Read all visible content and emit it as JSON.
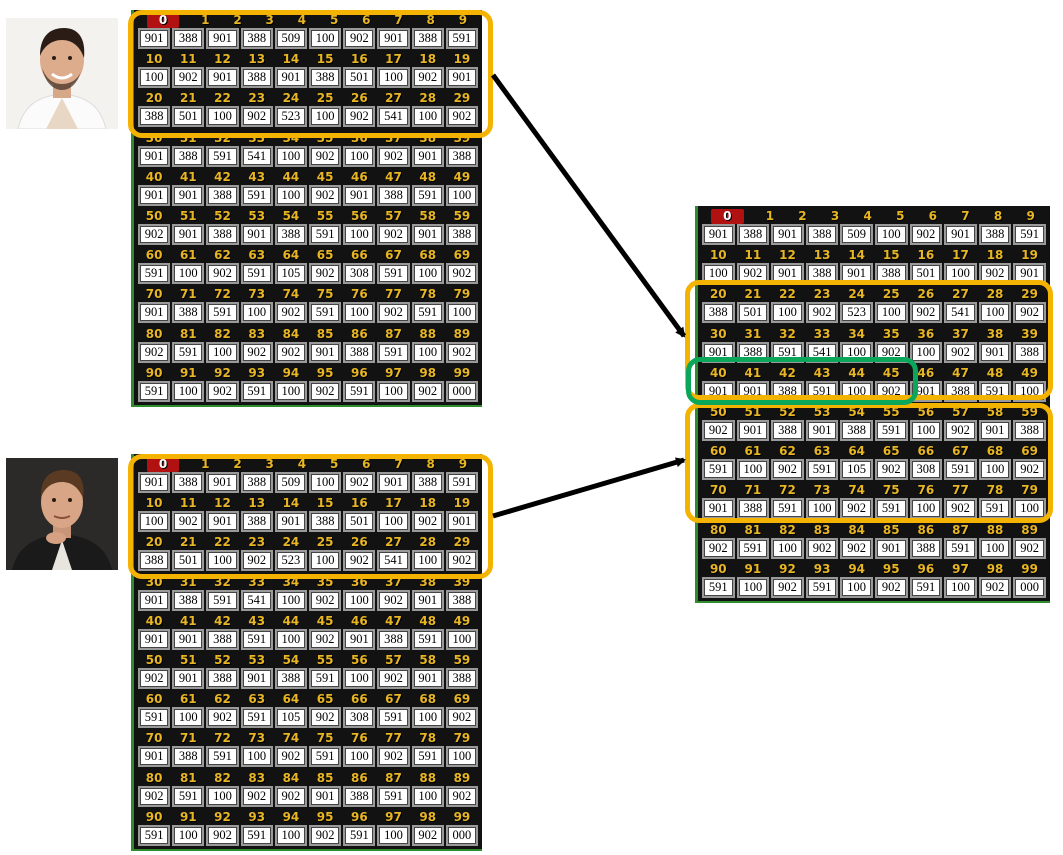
{
  "photos": [
    {
      "name": "person-1",
      "icon": "person-portrait-light"
    },
    {
      "name": "person-2",
      "icon": "person-portrait-dark"
    }
  ],
  "colors": {
    "highlight_orange": "#f5b301",
    "highlight_green": "#0aa65a",
    "cell_number": "#e8b523",
    "first_cell_badge": "#b11111",
    "board_border": "#2e8b2e"
  },
  "boards": {
    "top": [
      [
        "901",
        "388",
        "901",
        "388",
        "509",
        "100",
        "902",
        "901",
        "388",
        "591"
      ],
      [
        "100",
        "902",
        "901",
        "388",
        "901",
        "388",
        "501",
        "100",
        "902",
        "901"
      ],
      [
        "388",
        "501",
        "100",
        "902",
        "523",
        "100",
        "902",
        "541",
        "100",
        "902"
      ],
      [
        "901",
        "388",
        "591",
        "541",
        "100",
        "902",
        "100",
        "902",
        "901",
        "388"
      ],
      [
        "901",
        "901",
        "388",
        "591",
        "100",
        "902",
        "901",
        "388",
        "591",
        "100"
      ],
      [
        "902",
        "901",
        "388",
        "901",
        "388",
        "591",
        "100",
        "902",
        "901",
        "388"
      ],
      [
        "591",
        "100",
        "902",
        "591",
        "105",
        "902",
        "308",
        "591",
        "100",
        "902"
      ],
      [
        "901",
        "388",
        "591",
        "100",
        "902",
        "591",
        "100",
        "902",
        "591",
        "100"
      ],
      [
        "902",
        "591",
        "100",
        "902",
        "902",
        "901",
        "388",
        "591",
        "100",
        "902"
      ],
      [
        "591",
        "100",
        "902",
        "591",
        "100",
        "902",
        "591",
        "100",
        "902",
        "000"
      ]
    ],
    "bottom": [
      [
        "901",
        "388",
        "901",
        "388",
        "509",
        "100",
        "902",
        "901",
        "388",
        "591"
      ],
      [
        "100",
        "902",
        "901",
        "388",
        "901",
        "388",
        "501",
        "100",
        "902",
        "901"
      ],
      [
        "388",
        "501",
        "100",
        "902",
        "523",
        "100",
        "902",
        "541",
        "100",
        "902"
      ],
      [
        "901",
        "388",
        "591",
        "541",
        "100",
        "902",
        "100",
        "902",
        "901",
        "388"
      ],
      [
        "901",
        "901",
        "388",
        "591",
        "100",
        "902",
        "901",
        "388",
        "591",
        "100"
      ],
      [
        "902",
        "901",
        "388",
        "901",
        "388",
        "591",
        "100",
        "902",
        "901",
        "388"
      ],
      [
        "591",
        "100",
        "902",
        "591",
        "105",
        "902",
        "308",
        "591",
        "100",
        "902"
      ],
      [
        "901",
        "388",
        "591",
        "100",
        "902",
        "591",
        "100",
        "902",
        "591",
        "100"
      ],
      [
        "902",
        "591",
        "100",
        "902",
        "902",
        "901",
        "388",
        "591",
        "100",
        "902"
      ],
      [
        "591",
        "100",
        "902",
        "591",
        "100",
        "902",
        "591",
        "100",
        "902",
        "000"
      ]
    ],
    "right": [
      [
        "901",
        "388",
        "901",
        "388",
        "509",
        "100",
        "902",
        "901",
        "388",
        "591"
      ],
      [
        "100",
        "902",
        "901",
        "388",
        "901",
        "388",
        "501",
        "100",
        "902",
        "901"
      ],
      [
        "388",
        "501",
        "100",
        "902",
        "523",
        "100",
        "902",
        "541",
        "100",
        "902"
      ],
      [
        "901",
        "388",
        "591",
        "541",
        "100",
        "902",
        "100",
        "902",
        "901",
        "388"
      ],
      [
        "901",
        "901",
        "388",
        "591",
        "100",
        "902",
        "901",
        "388",
        "591",
        "100"
      ],
      [
        "902",
        "901",
        "388",
        "901",
        "388",
        "591",
        "100",
        "902",
        "901",
        "388"
      ],
      [
        "591",
        "100",
        "902",
        "591",
        "105",
        "902",
        "308",
        "591",
        "100",
        "902"
      ],
      [
        "901",
        "388",
        "591",
        "100",
        "902",
        "591",
        "100",
        "902",
        "591",
        "100"
      ],
      [
        "902",
        "591",
        "100",
        "902",
        "902",
        "901",
        "388",
        "591",
        "100",
        "902"
      ],
      [
        "591",
        "100",
        "902",
        "591",
        "100",
        "902",
        "591",
        "100",
        "902",
        "000"
      ]
    ]
  }
}
